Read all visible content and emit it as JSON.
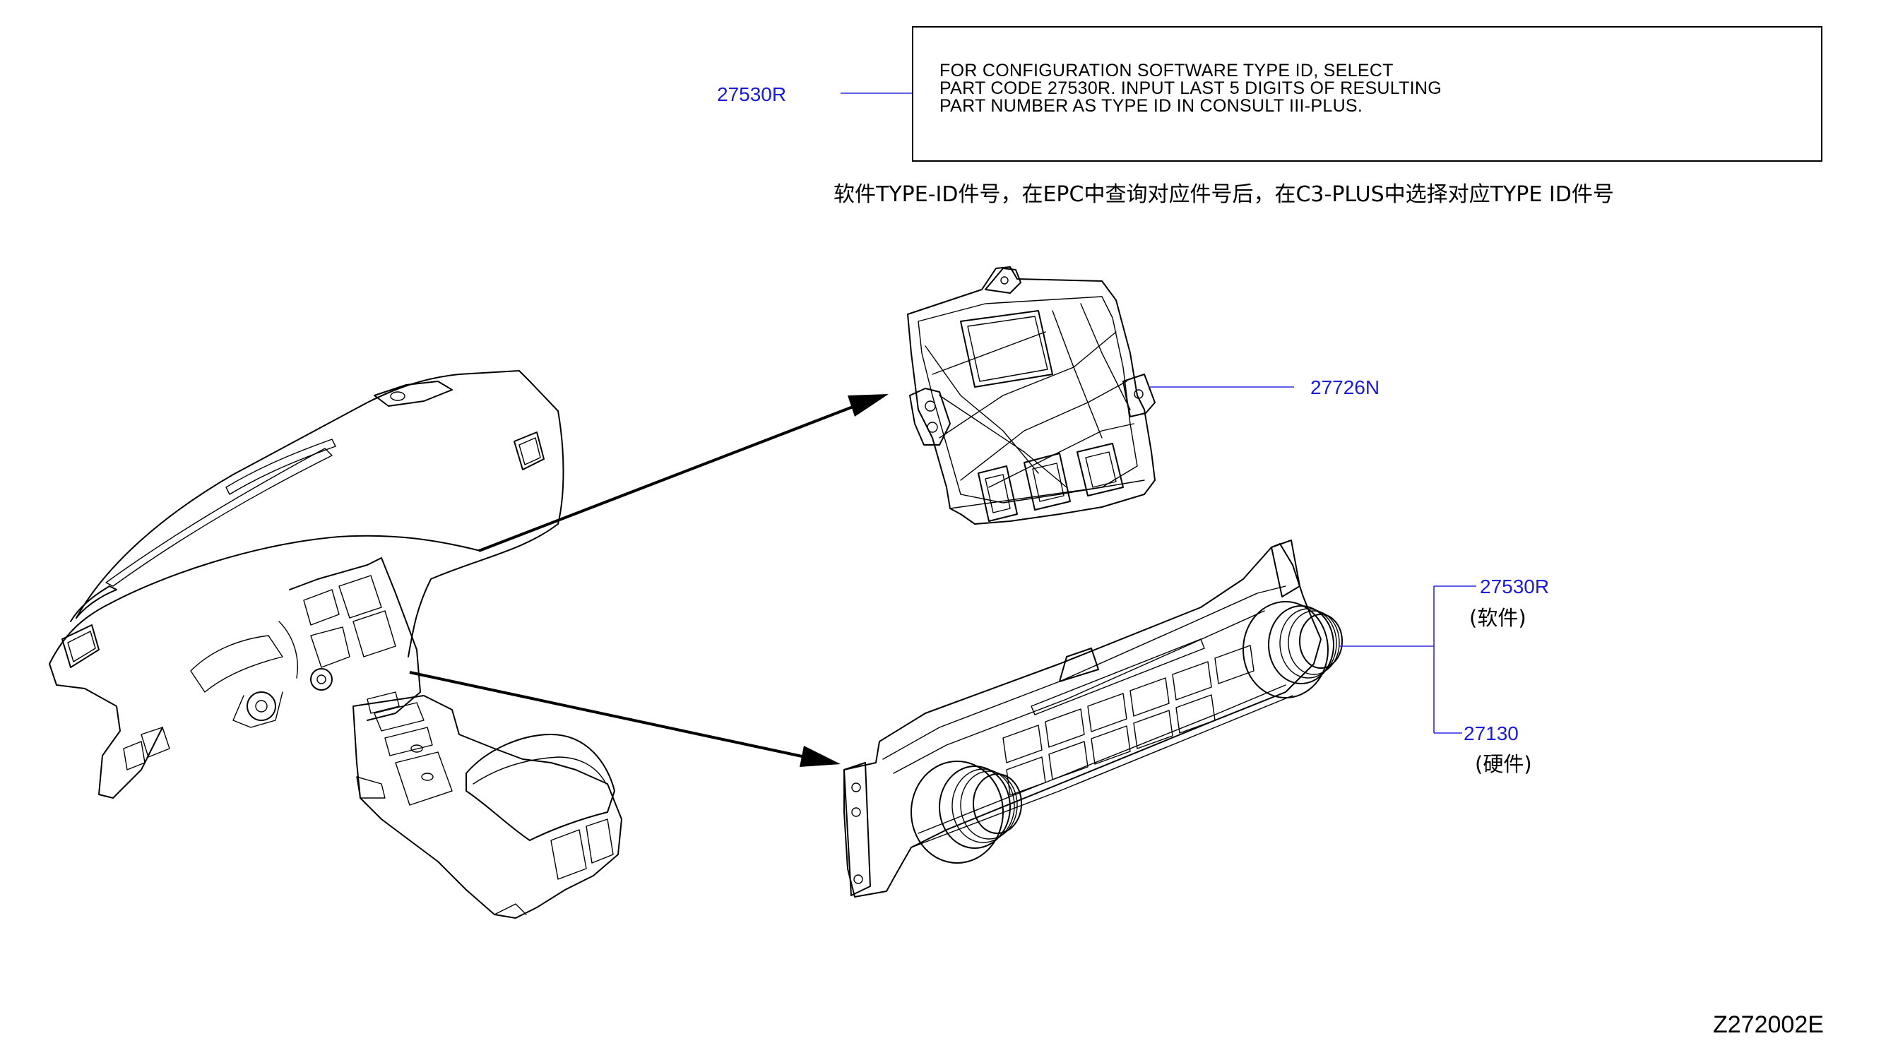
{
  "note": {
    "part_code": "27530R",
    "lines": [
      "FOR   CONFIGURATION   SOFTWARE   TYPE   ID,   SELECT",
      "PART   CODE   27530R.   INPUT   LAST   5   DIGITS   OF RESULTING",
      "PART NUMBER AS TYPE ID   IN CONSULT III-PLUS."
    ],
    "cjk_line": "软件TYPE-ID件号，在EPC中查询对应件号后，在C3-PLUS中选择对应TYPE   ID件号"
  },
  "callouts": {
    "module": "27726N",
    "software": "27530R",
    "software_sub": "(软件)",
    "hardware": "27130",
    "hardware_sub": "(硬件)"
  },
  "figure_id": "Z272002E",
  "colors": {
    "callout": "#1a1ad8",
    "leader": "#2a2ae0",
    "ink": "#000000"
  }
}
